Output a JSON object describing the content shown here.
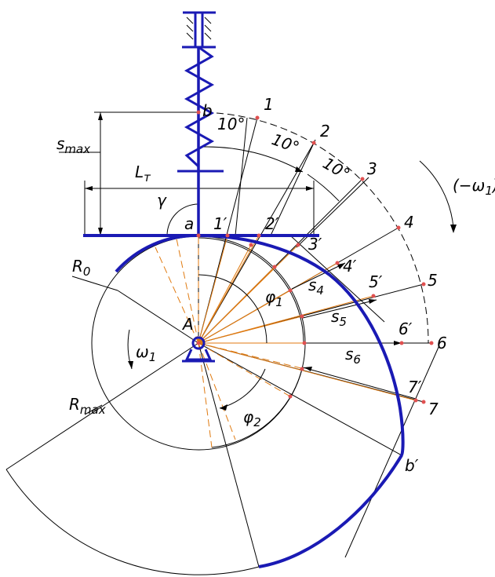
{
  "labels": {
    "s_max": "s",
    "s_max_sub": "max",
    "L_t": "L",
    "L_t_sub": "т",
    "gamma": "γ",
    "point_a": "a",
    "point_b": "b",
    "point_A": "A",
    "R_0": "R",
    "R_0_sub": "0",
    "R_max": "R",
    "R_max_sub": "max",
    "omega": "ω",
    "omega_sub": "1",
    "minus_omega": "(−ω",
    "minus_omega_sub": "1",
    "minus_omega_close": ")",
    "phi_1": "φ",
    "phi_1_sub": "1",
    "phi_2": "φ",
    "phi_2_sub": "2",
    "s_4": "s",
    "s_4_sub": "4",
    "s_5": "s",
    "s_5_sub": "5",
    "s_6": "s",
    "s_6_sub": "6",
    "b_prime": "b′",
    "angle_1": "10°",
    "angle_2": "10°",
    "angle_3": "10°"
  },
  "division_points": [
    "1",
    "2",
    "3",
    "4",
    "5",
    "6",
    "7"
  ],
  "profile_points": [
    "1′",
    "2′",
    "3′",
    "4′",
    "5′",
    "6′",
    "7′"
  ],
  "colors": {
    "mechanism": "#1a1ab4",
    "construction_lines": "#e07a10",
    "marker": "#e05050",
    "lines": "#000000"
  }
}
